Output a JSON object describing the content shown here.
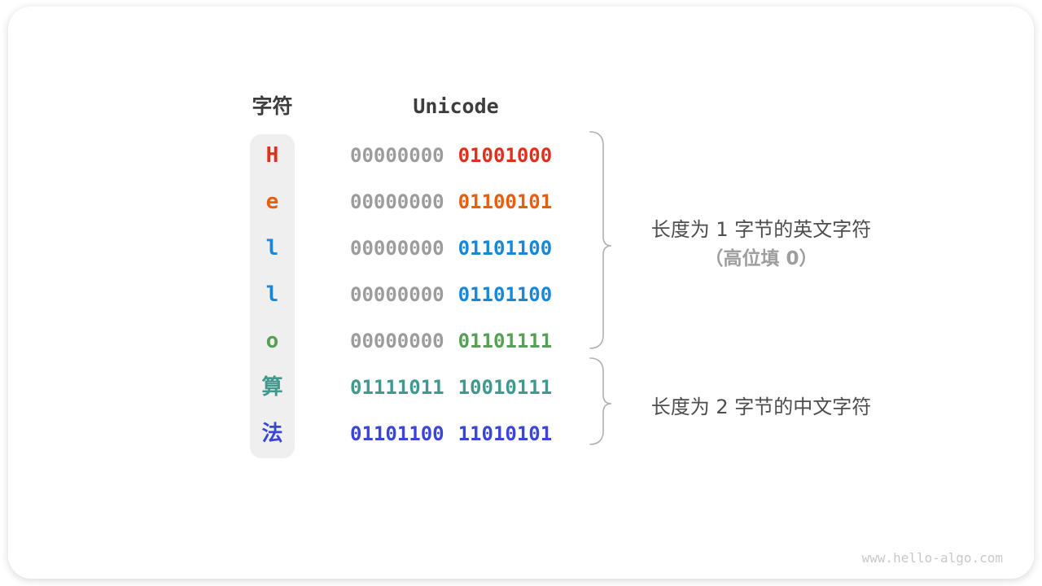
{
  "table": {
    "headers": {
      "char": "字符",
      "unicode": "Unicode"
    },
    "rows": [
      {
        "char": "H",
        "char_color": "#e12f1e",
        "bytes": [
          "00000000",
          "01001000"
        ],
        "byte_colors": [
          "#9c9c9c",
          "#e12f1e"
        ]
      },
      {
        "char": "e",
        "char_color": "#ea5d0d",
        "bytes": [
          "00000000",
          "01100101"
        ],
        "byte_colors": [
          "#9c9c9c",
          "#ea5d0d"
        ]
      },
      {
        "char": "l",
        "char_color": "#1787d8",
        "bytes": [
          "00000000",
          "01101100"
        ],
        "byte_colors": [
          "#9c9c9c",
          "#1787d8"
        ]
      },
      {
        "char": "l",
        "char_color": "#1787d8",
        "bytes": [
          "00000000",
          "01101100"
        ],
        "byte_colors": [
          "#9c9c9c",
          "#1787d8"
        ]
      },
      {
        "char": "o",
        "char_color": "#55a055",
        "bytes": [
          "00000000",
          "01101111"
        ],
        "byte_colors": [
          "#9c9c9c",
          "#55a055"
        ]
      },
      {
        "char": "算",
        "char_color": "#3f998c",
        "bytes": [
          "01111011",
          "10010111"
        ],
        "byte_colors": [
          "#3f998c",
          "#3f998c"
        ]
      },
      {
        "char": "法",
        "char_color": "#3a46d8",
        "bytes": [
          "01101100",
          "11010101"
        ],
        "byte_colors": [
          "#3a46d8",
          "#3a46d8"
        ]
      }
    ]
  },
  "annotations": {
    "english_group": {
      "line1": "长度为 1 字节的英文字符",
      "line2": "（高位填 0）"
    },
    "chinese_group": {
      "line1": "长度为 2 字节的中文字符"
    }
  },
  "watermark": "www.hello-algo.com",
  "colors": {
    "header_text": "#3d3d3d",
    "bit_gray": "#9c9c9c",
    "annotation_text": "#4d4d4d",
    "annotation_subtext": "#9e9e9e",
    "brace": "#b0b0b0",
    "char_column_bg": "#efefef",
    "watermark": "#c9c9c9"
  }
}
